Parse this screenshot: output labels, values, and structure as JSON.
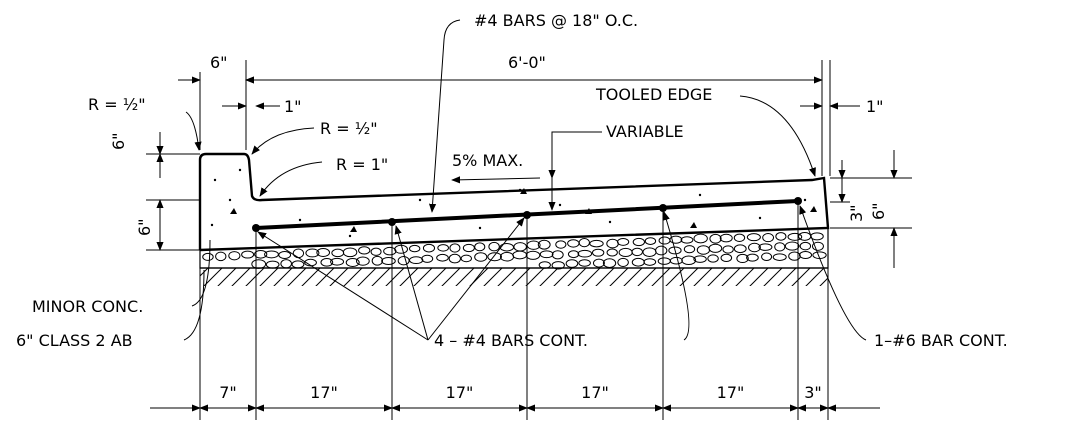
{
  "labels": {
    "bars_spacing": "#4 BARS @ 18\" O.C.",
    "width_total": "6'-0\"",
    "curb_width": "6\"",
    "radius_top_left": "R = ½\"",
    "dim_1in_left": "1\"",
    "radius_top_right": "R = ½\"",
    "radius_gutter": "R = 1\"",
    "variable": "VARIABLE",
    "slope": "5% MAX.",
    "tooled_edge": "TOOLED EDGE",
    "dim_1in_right": "1\"",
    "curb_height_left": "6\"",
    "slab_depth_left": "6\"",
    "edge_depth_right": "3\"",
    "edge_height_right": "6\"",
    "minor_conc": "MINOR CONC.",
    "base": "6\" CLASS 2 AB",
    "bars_cont": "4 – #4 BARS CONT.",
    "bar6_cont": "1–#6 BAR CONT."
  },
  "bottom_dims": [
    "7\"",
    "17\"",
    "17\"",
    "17\"",
    "17\"",
    "3\""
  ],
  "colors": {
    "ink": "#000000",
    "paper": "#ffffff"
  }
}
